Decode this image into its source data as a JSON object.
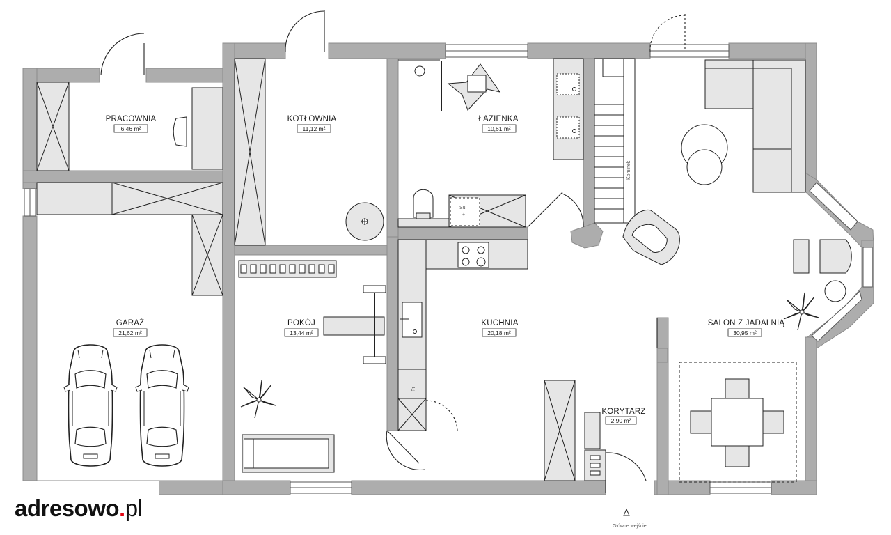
{
  "rooms": {
    "pracownia": {
      "name": "PRACOWNIA",
      "area": "6,46 m²"
    },
    "kotlownia": {
      "name": "KOTŁOWNIA",
      "area": "11,12 m²"
    },
    "lazienka": {
      "name": "ŁAZIENKA",
      "area": "10,61 m²"
    },
    "garaz": {
      "name": "GARAŻ",
      "area": "21,62 m²"
    },
    "pokoj": {
      "name": "POKÓJ",
      "area": "13,44 m²"
    },
    "kuchnia": {
      "name": "KUCHNIA",
      "area": "20,18 m²"
    },
    "korytarz": {
      "name": "KORYTARZ",
      "area": "2,90 m²"
    },
    "salon": {
      "name": "SALON Z JADALNIĄ",
      "area": "30,95 m²"
    }
  },
  "labels": {
    "kominek": "Kominek",
    "entrance": "Główne wejście",
    "pralka": "Pr",
    "suszarka": "Su",
    "plus": "+"
  },
  "logo": {
    "main": "adresowo",
    "dot": ".",
    "tld": "pl"
  },
  "colors": {
    "wall": "#adadad",
    "wall_stroke": "#8c8c8c",
    "fixture": "#e6e6e6",
    "line": "#222222",
    "accent": "#e30613"
  }
}
